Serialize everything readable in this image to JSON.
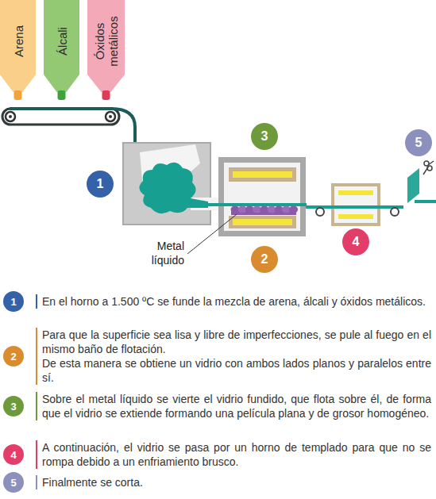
{
  "diagram": {
    "nodes": [
      {
        "text": [
          "Arena"
        ]
      },
      {
        "text": [
          "Álcali"
        ]
      },
      {
        "text": [
          "Óxidos metálicos"
        ]
      },
      {
        "text": [
          "3"
        ]
      },
      {
        "text": [
          "5"
        ]
      },
      {
        "text": [
          "1"
        ]
      },
      {
        "text": [
          "4"
        ]
      },
      {
        "text": [
          "2"
        ]
      },
      {
        "text": [
          "1"
        ]
      },
      {
        "text": [
          "2"
        ]
      },
      {
        "text": [
          "3"
        ]
      },
      {
        "text": [
          "4"
        ]
      },
      {
        "text": [
          "5"
        ]
      }
    ],
    "labels": [
      "Metal líquido",
      "En el horno a 1.500 ºC se funde la mezcla de arena, álcali y óxidos metálicos.",
      "Para que la superficie sea lisa y libre de imperfecciones, se pule al fuego en el mismo baño de flotación.",
      "De esta manera se obtiene un vidrio con ambos lados planos y paralelos entre sí.",
      "Sobre el metal líquido se vierte el vidrio fundido, que flota sobre él, de forma que el vidrio se extiende formando una película plana y de grosor homogéneo.",
      "A continuación, el vidrio se pasa por un horno de templado para que no se rompa debido a un enfriamiento brusco.",
      "Finalmente se corta."
    ]
  }
}
